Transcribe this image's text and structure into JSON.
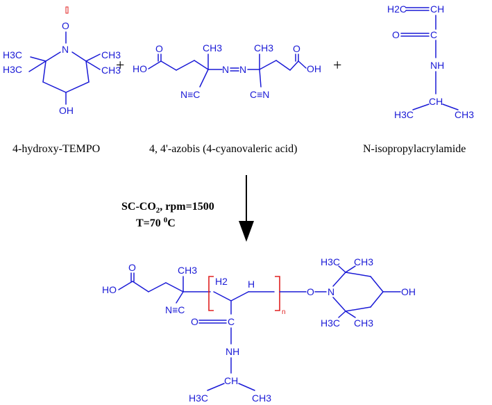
{
  "reactants": [
    {
      "name": "4-hydroxy-TEMPO"
    },
    {
      "name": "4, 4'-azobis (4-cyanovaleric acid)"
    },
    {
      "name": "N-isopropylacrylamide"
    }
  ],
  "plus_sign": "+",
  "conditions": {
    "line1_main": "SC-CO",
    "line1_sub": "2",
    "line1_rest": ", rpm=1500",
    "line2_main": "T=70 ",
    "line2_sup": "0",
    "line2_unit": "C"
  },
  "atoms": {
    "H3C": "H3C",
    "CH3": "CH3",
    "CH": "CH",
    "H2C": "H2C",
    "H2": "H2",
    "H": "H",
    "N": "N",
    "O": "O",
    "OH": "OH",
    "HO": "HO",
    "NH": "NH",
    "NC": "N≡C",
    "CN": "C≡N",
    "n": "n"
  },
  "colors": {
    "structure": "#1a1ad6",
    "bracket": "#e02020",
    "text": "#000000"
  }
}
